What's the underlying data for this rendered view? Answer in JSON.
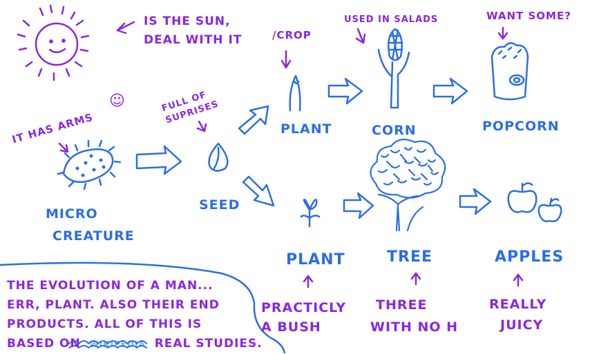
{
  "captions": {
    "sun": [
      "Is the sun,",
      "deal with it"
    ],
    "crop": "/crop",
    "salads": "used in salads",
    "want": "want some?",
    "arms": "it has arms",
    "arms_face": "☺",
    "surprises": [
      "full of",
      "suprises"
    ],
    "practically": [
      "practicly",
      "a bush"
    ],
    "three": [
      "three",
      "with no H"
    ],
    "juicy": [
      "really",
      "juicy"
    ]
  },
  "labels": {
    "plant_top": "Plant",
    "corn": "Corn",
    "popcorn": "Popcorn",
    "micro": [
      "Micro",
      "creature"
    ],
    "seed": "Seed",
    "plant_bottom": "Plant",
    "tree": "Tree",
    "apples": "Apples"
  },
  "note": {
    "lines": [
      "The evolution of a man...",
      "err, plant. Also their end",
      "products. All of this is",
      "based on"
    ],
    "scribble": "WIKIPEDIA",
    "ending": "real studies."
  },
  "colors": {
    "blue": "#2a6ee6",
    "purple": "#8a26e0"
  }
}
